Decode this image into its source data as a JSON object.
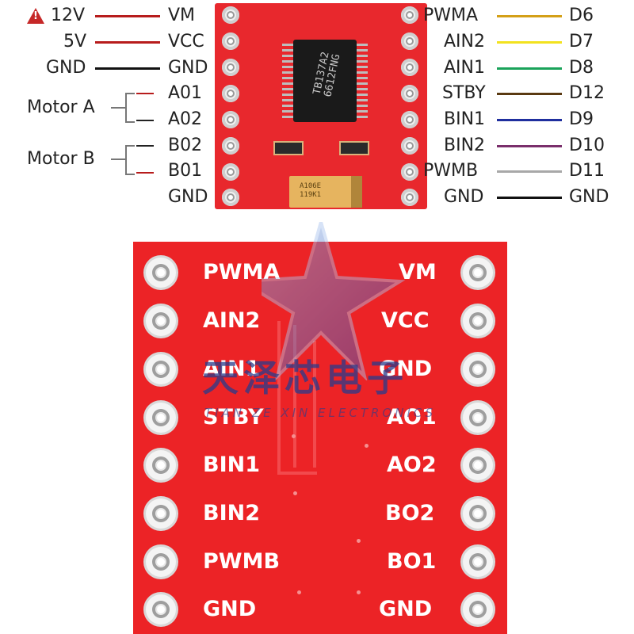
{
  "left_labels": {
    "supply": [
      "12V",
      "5V",
      "GND"
    ],
    "board_left_pins_small": [
      "VM",
      "VCC",
      "GND",
      "A01",
      "A02",
      "B02",
      "B01",
      "GND"
    ],
    "motor_a": "Motor A",
    "motor_b": "Motor B"
  },
  "right_labels": {
    "board_right_pins_small": [
      "PWMA",
      "AIN2",
      "AIN1",
      "STBY",
      "BIN1",
      "BIN2",
      "PWMB",
      "GND"
    ],
    "arduino_pins": [
      "D6",
      "D7",
      "D8",
      "D12",
      "D9",
      "D10",
      "D11",
      "GND"
    ]
  },
  "wire_colors": {
    "left": [
      "#b71c1c",
      "#b71c1c",
      "#111111"
    ],
    "right": [
      "#d4a017",
      "#f2e21f",
      "#1aa35a",
      "#5a3a12",
      "#1f2f9e",
      "#7a2e6b",
      "#a8a8a8",
      "#111111"
    ]
  },
  "warning_icon": "warning-triangle-icon",
  "chip": {
    "marking_line1": "TB137A2",
    "marking_line2": "6612FNG"
  },
  "capacitor": {
    "marking_line1": "A106E",
    "marking_line2": "119K1"
  },
  "big_board": {
    "left_pins": [
      "PWMA",
      "AIN2",
      "AIN1",
      "STBY",
      "BIN1",
      "BIN2",
      "PWMB",
      "GND"
    ],
    "right_pins": [
      "VM",
      "VCC",
      "GND",
      "AO1",
      "AO2",
      "BO2",
      "BO1",
      "GND"
    ]
  },
  "watermark": {
    "chinese": "天泽芯电子",
    "english": "TIAN ZE XIN ELECTRONICS"
  }
}
